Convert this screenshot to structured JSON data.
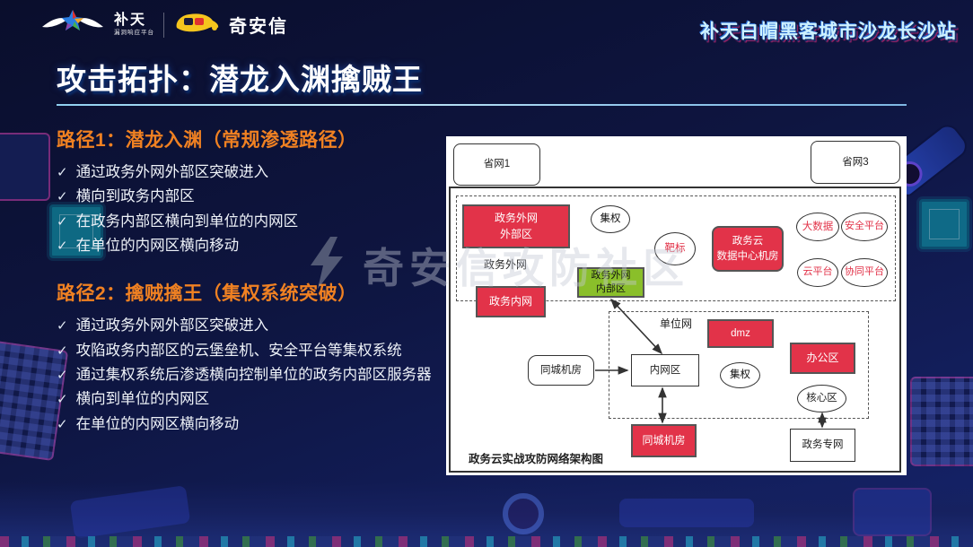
{
  "header": {
    "butian_title": "补天",
    "butian_subtitle": "漏洞响应平台",
    "qianxin_label": "奇安信",
    "event_badge": "补天白帽黑客城市沙龙长沙站"
  },
  "slide": {
    "title": "攻击拓扑：潜龙入渊擒贼王",
    "watermark": "奇安信攻防社区"
  },
  "glyphs": {
    "check": "✓"
  },
  "sections": [
    {
      "heading": "路径1：潜龙入渊（常规渗透路径）",
      "bullets": [
        "通过政务外网外部区突破进入",
        "横向到政务内部区",
        "在政务内部区横向到单位的内网区",
        "在单位的内网区横向移动"
      ]
    },
    {
      "heading": "路径2：擒贼擒王（集权系统突破）",
      "bullets": [
        "通过政务外网外部区突破进入",
        "攻陷政务内部区的云堡垒机、安全平台等集权系统",
        "通过集权系统后渗透横向控制单位的政务内部区服务器",
        "横向到单位的内网区",
        "在单位的内网区横向移动"
      ]
    }
  ],
  "diagram": {
    "caption": "政务云实战攻防网络架构图",
    "zones": {
      "waiwang_label": "政务外网",
      "unit_label": "单位网"
    },
    "nodes": {
      "province1": "省网1",
      "province3": "省网3",
      "waiwang_outer": {
        "line1": "政务外网",
        "line2": "外部区"
      },
      "jiquan_top": "集权",
      "target": "靶标",
      "gov_cloud": {
        "line1": "政务云",
        "line2": "数据中心机房"
      },
      "bigdata": "大数据",
      "security_platform": "安全平台",
      "cloud_platform": "云平台",
      "collab_platform": "协同平台",
      "waiwang_inner": {
        "line1": "政务外网",
        "line2": "内部区"
      },
      "gov_intranet": "政务内网",
      "dmz": "dmz",
      "office_zone": "办公区",
      "jiquan_bottom": "集权",
      "core_zone": "核心区",
      "city_room_left": "同城机房",
      "intranet_zone": "内网区",
      "city_room_bottom": "同城机房",
      "gov_private_net": "政务专网"
    }
  },
  "colors": {
    "background_navy": "#0d1238",
    "accent_orange": "#f08122",
    "node_red": "#e23349",
    "node_green": "#8abf2a",
    "underline_blue": "#9fd3ee",
    "event_badge_cyan": "#cdf1ff",
    "qianxin_yellow": "#f5c51d"
  }
}
